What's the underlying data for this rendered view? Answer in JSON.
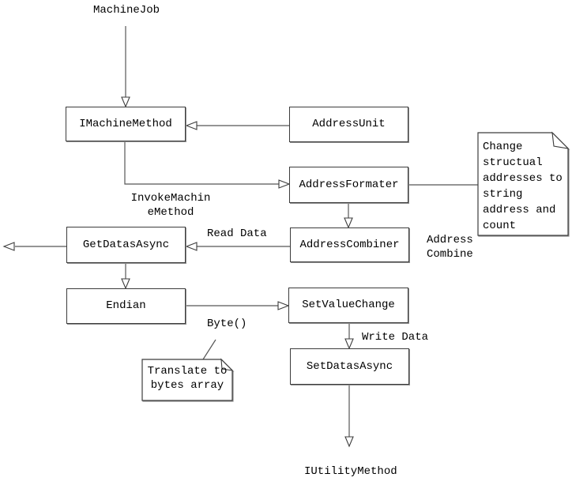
{
  "diagram": {
    "background": "#ffffff",
    "line_color": "#565656",
    "border_color": "#3c3c3c",
    "text_color": "#000000"
  },
  "nodes": {
    "imachineMethod": {
      "label": "IMachineMethod"
    },
    "addressUnit": {
      "label": "AddressUnit"
    },
    "addressFormater": {
      "label": "AddressFormater"
    },
    "addressCombiner": {
      "label": "AddressCombiner"
    },
    "getDatasAsync": {
      "label": "GetDatasAsync"
    },
    "endian": {
      "label": "Endian"
    },
    "setValueChange": {
      "label": "SetValueChange"
    },
    "setDatasAsync": {
      "label": "SetDatasAsync"
    }
  },
  "endpoints": {
    "machineJob": "MachineJob",
    "iutilityMethod": "IUtilityMethod"
  },
  "edge_labels": {
    "invokeMachineMethod": "InvokeMachin\neMethod",
    "readData": "Read Data",
    "addressCombine": "Address\nCombine",
    "byte": "Byte()",
    "writeData": "Write Data"
  },
  "notes": {
    "changeStructural": "Change\nstructual\naddresses to\nstring\naddress and\ncount",
    "translateBytes": "Translate to\nbytes array"
  }
}
